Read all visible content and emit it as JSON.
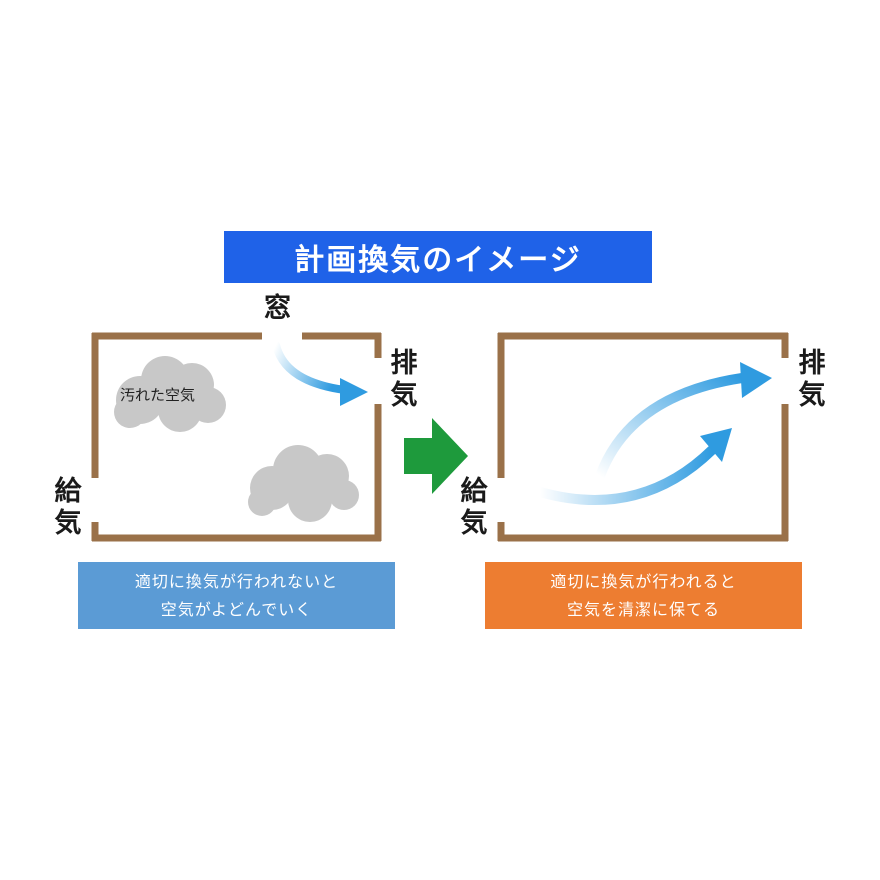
{
  "title": "計画換気のイメージ",
  "left_room": {
    "window_label": "窓",
    "exhaust_label": [
      "排",
      "気"
    ],
    "supply_label": [
      "給",
      "気"
    ],
    "dirty_air_label": "汚れた空気",
    "caption": [
      "適切に換気が行われないと",
      "空気がよどんでいく"
    ]
  },
  "right_room": {
    "exhaust_label": [
      "排",
      "気"
    ],
    "supply_label": [
      "給",
      "気"
    ],
    "caption": [
      "適切に換気が行われると",
      "空気を清潔に保てる"
    ]
  },
  "colors": {
    "title_bg": "#1f62e8",
    "wall": "#9a7149",
    "arrow_blue": "#2f9be0",
    "transition_arrow": "#1e9a3c",
    "caption_left_bg": "#5b9bd5",
    "caption_right_bg": "#ed7d31",
    "cloud": "#c8c8c8"
  }
}
